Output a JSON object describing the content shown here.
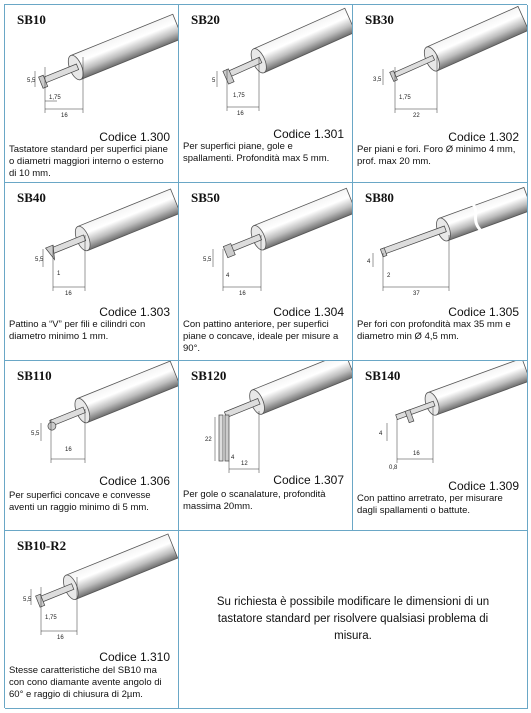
{
  "items": [
    {
      "name": "SB10",
      "code": "Codice 1.300",
      "desc": "Tastatore standard per superfici piane o diametri maggiori interno o esterno di 10 mm.",
      "dims": {
        "h": "5,5",
        "a": "1,75",
        "b": "16"
      }
    },
    {
      "name": "SB20",
      "code": "Codice 1.301",
      "desc": "Per superfici piane, gole e spallamenti. Profondità max 5 mm.",
      "dims": {
        "h": "5",
        "a": "1,75",
        "b": "16"
      }
    },
    {
      "name": "SB30",
      "code": "Codice 1.302",
      "desc": "Per piani e fori. Foro Ø minimo 4 mm, prof. max 20 mm.",
      "dims": {
        "h": "3,5",
        "a": "1,75",
        "b": "22"
      }
    },
    {
      "name": "SB40",
      "code": "Codice 1.303",
      "desc": "Pattino a “V” per fili e cilindri con diametro minimo 1 mm.",
      "dims": {
        "h": "5,5",
        "a": "1",
        "b": "16"
      }
    },
    {
      "name": "SB50",
      "code": "Codice 1.304",
      "desc": "Con pattino anteriore, per superfici piane o concave, ideale per misure a 90°.",
      "dims": {
        "h": "5,5",
        "a": "4",
        "b": "16"
      }
    },
    {
      "name": "SB80",
      "code": "Codice 1.305",
      "desc": "Per fori con profondità max 35 mm e diametro min Ø 4,5 mm.",
      "dims": {
        "h": "4",
        "a": "2",
        "b": "37"
      }
    },
    {
      "name": "SB110",
      "code": "Codice 1.306",
      "desc": "Per superfici concave e convesse aventi un raggio minimo di 5 mm.",
      "dims": {
        "h": "5,5",
        "a": "",
        "b": "16"
      }
    },
    {
      "name": "SB120",
      "code": "Codice 1.307",
      "desc": "Per gole o scanalature, profondità massima 20mm.",
      "dims": {
        "h": "22",
        "a": "4",
        "b": "12"
      }
    },
    {
      "name": "SB140",
      "code": "Codice 1.309",
      "desc": "Con pattino arretrato, per misurare dagli spallamenti o battute.",
      "dims": {
        "h": "4",
        "a": "0,8",
        "b": "16"
      }
    },
    {
      "name": "SB10-R2",
      "code": "Codice 1.310",
      "desc": "Stesse caratteristiche del SB10 ma con cono diamante avente angolo di 60° e raggio di chiusura di 2µm.",
      "dims": {
        "h": "5,5",
        "a": "1,75",
        "b": "16"
      }
    }
  ],
  "note": "Su richiesta è possibile modificare le dimensioni di un tastatore standard per risolvere qualsiasi problema di misura.",
  "colors": {
    "border": "#6aa7c6",
    "metal_light": "#f2f2f2",
    "metal_dark": "#777777"
  }
}
